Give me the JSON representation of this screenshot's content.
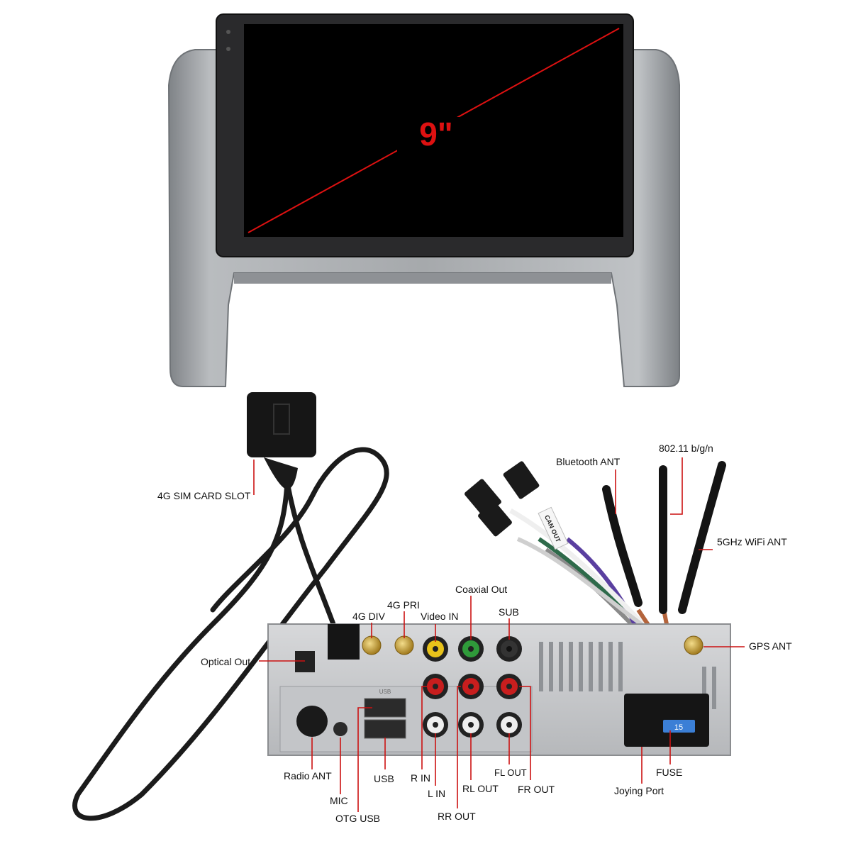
{
  "screen": {
    "size_label": "9\""
  },
  "labels": {
    "sim_slot": "4G SIM CARD SLOT",
    "bluetooth_ant": "Bluetooth ANT",
    "wifi_80211": "802.11 b/g/n",
    "wifi_5ghz": "5GHz WiFi ANT",
    "coaxial_out": "Coaxial Out",
    "four_g_pri": "4G PRI",
    "four_g_div": "4G DIV",
    "video_in": "Video IN",
    "sub": "SUB",
    "gps_ant": "GPS ANT",
    "optical_out": "Optical Out",
    "radio_ant": "Radio ANT",
    "mic": "MIC",
    "otg_usb": "OTG USB",
    "usb": "USB",
    "r_in": "R IN",
    "l_in": "L IN",
    "rr_out": "RR OUT",
    "rl_out": "RL OUT",
    "fl_out": "FL OUT",
    "fr_out": "FR OUT",
    "fuse": "FUSE",
    "joying_port": "Joying Port"
  },
  "device_prints": {
    "can_out": "CAN OUT",
    "usb_port_print": "USB",
    "fuse_value": "15"
  },
  "colors": {
    "accent_red": "#dd1111",
    "bezel_silver": "#a9acaf",
    "chassis_silver": "#c8c9cb",
    "rca_yellow": "#e8c21a",
    "rca_green": "#2f9a3a",
    "rca_red": "#c81e1e",
    "rca_white": "#eeeeee",
    "rca_black": "#222222",
    "gold_sma": "#c9a23a",
    "fuse_blue": "#3b7fd6"
  }
}
